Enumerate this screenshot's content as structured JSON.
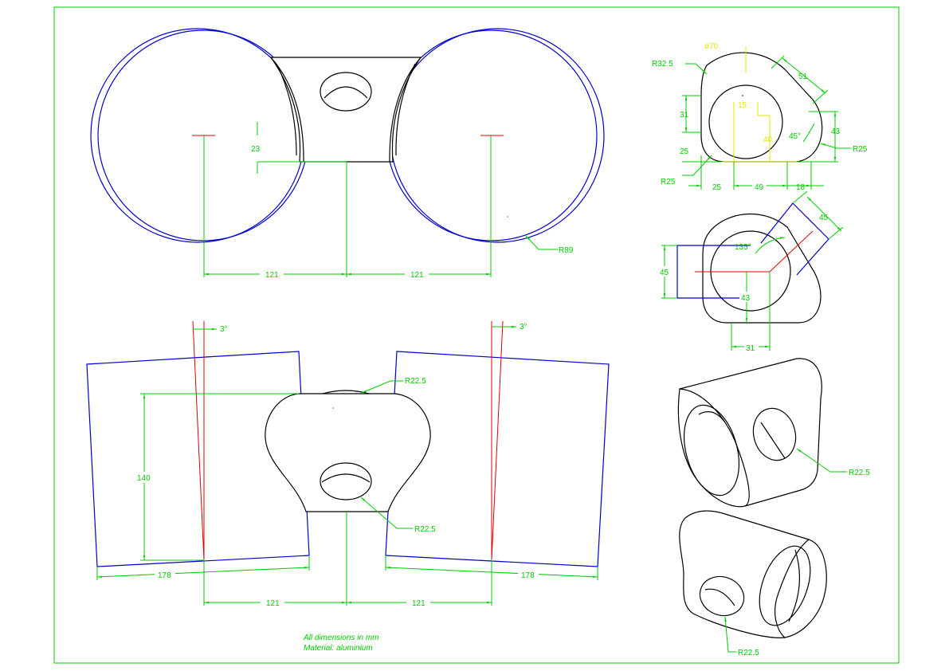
{
  "colors": {
    "dimension": "#00cc00",
    "centerline": "#e00000",
    "tube": "#0000cc",
    "part": "#000000",
    "hidden": "#e6e600",
    "border": "#00cc00"
  },
  "top_view": {
    "d_23": "23",
    "d_121_left": "121",
    "d_121_right": "121",
    "d_r89": "R89"
  },
  "front_view": {
    "d_3deg_left": "3°",
    "d_3deg_right": "3°",
    "d_r225_top": "R22.5",
    "d_r225_bottom": "R22.5",
    "d_140": "140",
    "d_178_left": "178",
    "d_178_right": "178",
    "d_121_left": "121",
    "d_121_right": "121"
  },
  "side_view_1": {
    "d_dia70": "ø70",
    "d_r325": "R32.5",
    "d_51": "51",
    "d_31": "31",
    "d_15": "15",
    "d_40": "40",
    "d_45deg": "45°",
    "d_43": "43",
    "d_r25_right": "R25",
    "d_25_vert": "25",
    "d_r25_left": "R25",
    "d_25_horiz": "25",
    "d_49": "49",
    "d_18": "18"
  },
  "side_view_2": {
    "d_45_top": "45",
    "d_135deg": "135°",
    "d_45_left": "45",
    "d_43": "43",
    "d_31": "31"
  },
  "iso_views": {
    "d_r225_upper": "R22.5",
    "d_r225_lower": "R22.5"
  },
  "notes": {
    "line1": "All dimensions in mm",
    "line2": "Material: aluminium"
  }
}
